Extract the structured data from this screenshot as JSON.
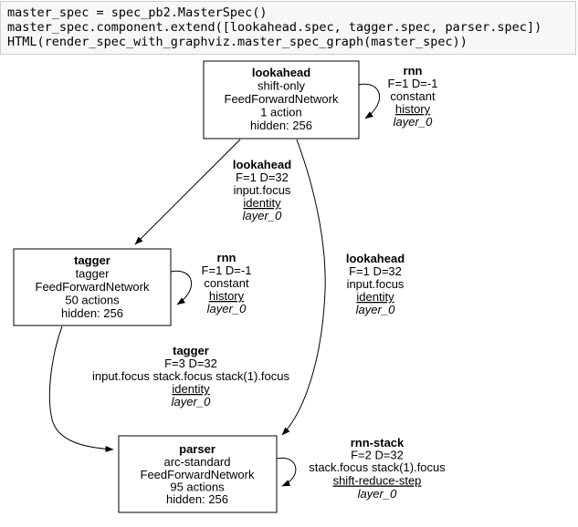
{
  "code_cell": {
    "lines": [
      "master_spec = spec_pb2.MasterSpec()",
      "master_spec.component.extend([lookahead.spec, tagger.spec, parser.spec])",
      "HTML(render_spec_with_graphviz.master_spec_graph(master_spec))"
    ]
  },
  "colors": {
    "page_background": "#ffffff",
    "code_cell_background": "#f7f7f7",
    "code_cell_border": "#cfcfcf",
    "node_fill": "#ffffff",
    "node_stroke": "#000000",
    "edge_stroke": "#000000",
    "text": "#000000"
  },
  "graph": {
    "nodes": [
      {
        "id": "lookahead",
        "title": "lookahead",
        "transition": "shift-only",
        "network": "FeedForwardNetwork",
        "actions": "1 action",
        "hidden": "hidden: 256"
      },
      {
        "id": "tagger",
        "title": "tagger",
        "transition": "tagger",
        "network": "FeedForwardNetwork",
        "actions": "50 actions",
        "hidden": "hidden: 256"
      },
      {
        "id": "parser",
        "title": "parser",
        "transition": "arc-standard",
        "network": "FeedForwardNetwork",
        "actions": "95 actions",
        "hidden": "hidden: 256"
      }
    ],
    "edge_labels": [
      {
        "id": "lookahead-rnn",
        "title": "rnn",
        "fd": "F=1 D=-1",
        "features": "constant",
        "translator": "history",
        "layer": "layer_0"
      },
      {
        "id": "lookahead-to-tagger",
        "title": "lookahead",
        "fd": "F=1 D=32",
        "features": "input.focus",
        "translator": "identity",
        "layer": "layer_0"
      },
      {
        "id": "tagger-rnn",
        "title": "rnn",
        "fd": "F=1 D=-1",
        "features": "constant",
        "translator": "history",
        "layer": "layer_0"
      },
      {
        "id": "lookahead-to-parser",
        "title": "lookahead",
        "fd": "F=1 D=32",
        "features": "input.focus",
        "translator": "identity",
        "layer": "layer_0"
      },
      {
        "id": "tagger-to-parser",
        "title": "tagger",
        "fd": "F=3 D=32",
        "features": "input.focus stack.focus stack(1).focus",
        "translator": "identity",
        "layer": "layer_0"
      },
      {
        "id": "parser-rnn-stack",
        "title": "rnn-stack",
        "fd": "F=2 D=32",
        "features": "stack.focus stack(1).focus",
        "translator": "shift-reduce-step",
        "layer": "layer_0"
      }
    ]
  }
}
